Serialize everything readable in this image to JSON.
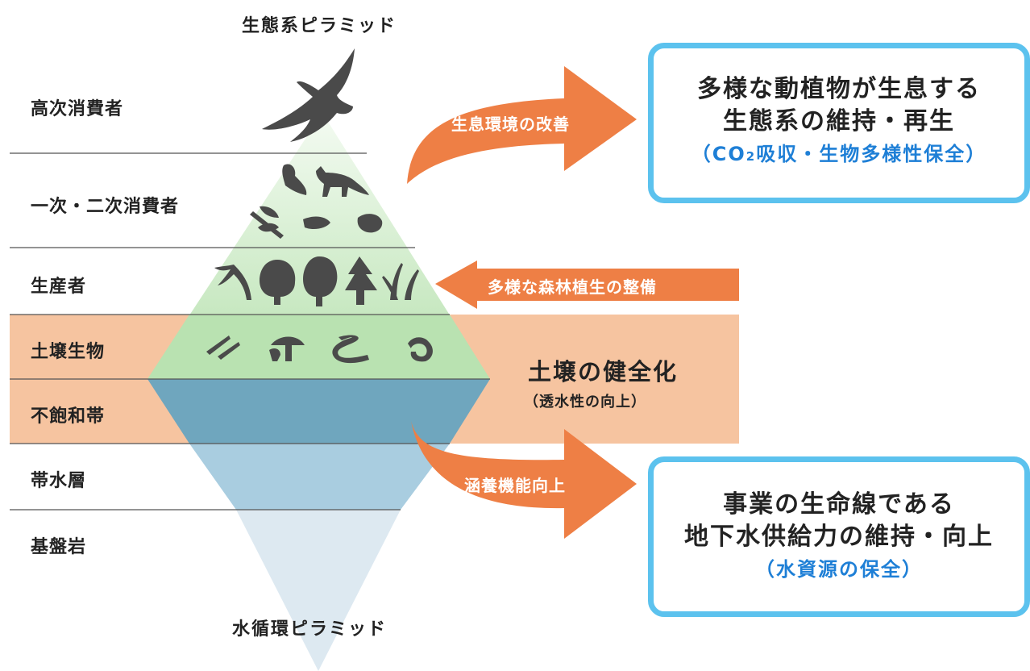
{
  "top_title": "生態系ピラミッド",
  "bottom_title": "水循環ピラミッド",
  "layers": [
    "高次消費者",
    "一次・二次消費者",
    "生産者",
    "土壌生物",
    "不飽和帯",
    "帯水層",
    "基盤岩"
  ],
  "arrows": {
    "habitat": "生息環境の改善",
    "forest": "多様な森林植生の整備",
    "recharge": "涵養機能向上"
  },
  "soil": {
    "title": "土壌の健全化",
    "subtitle": "（透水性の向上）"
  },
  "box_top": {
    "line1": "多様な動植物が生息する",
    "line2": "生態系の維持・再生",
    "sub_prefix": "（CO",
    "sub_subscript": "2",
    "sub_suffix": "吸収・生物多様性保全）"
  },
  "box_bottom": {
    "line1": "事業の生命線である",
    "line2": "地下水供給力の維持・向上",
    "sub": "（水資源の保全）"
  },
  "colors": {
    "arrow": "#ee7f45",
    "soil_band": "#f6c4a0",
    "box_border": "#5cc2ee",
    "box_sub_text": "#1e7fd6",
    "pyramid_green_light": "#eef8ec",
    "pyramid_green": "#b9e2b1",
    "unsaturated_blue": "#6fa6be",
    "aquifer_blue": "#a9cde0",
    "bedrock_blue": "#dde9f1",
    "silhouette": "#4a4a4a"
  },
  "icons": {
    "apex": "eagle-icon",
    "consumers": [
      "pheasant-icon",
      "fox-icon",
      "dragonfly-icon",
      "cricket-icon",
      "beetle-icon"
    ],
    "producers": [
      "fern-icon",
      "tree-icon",
      "tree-icon",
      "conifer-icon",
      "grass-icon"
    ],
    "soil_organisms": [
      "springtail-icon",
      "mushroom-icon",
      "earthworm-icon",
      "centipede-icon"
    ]
  }
}
